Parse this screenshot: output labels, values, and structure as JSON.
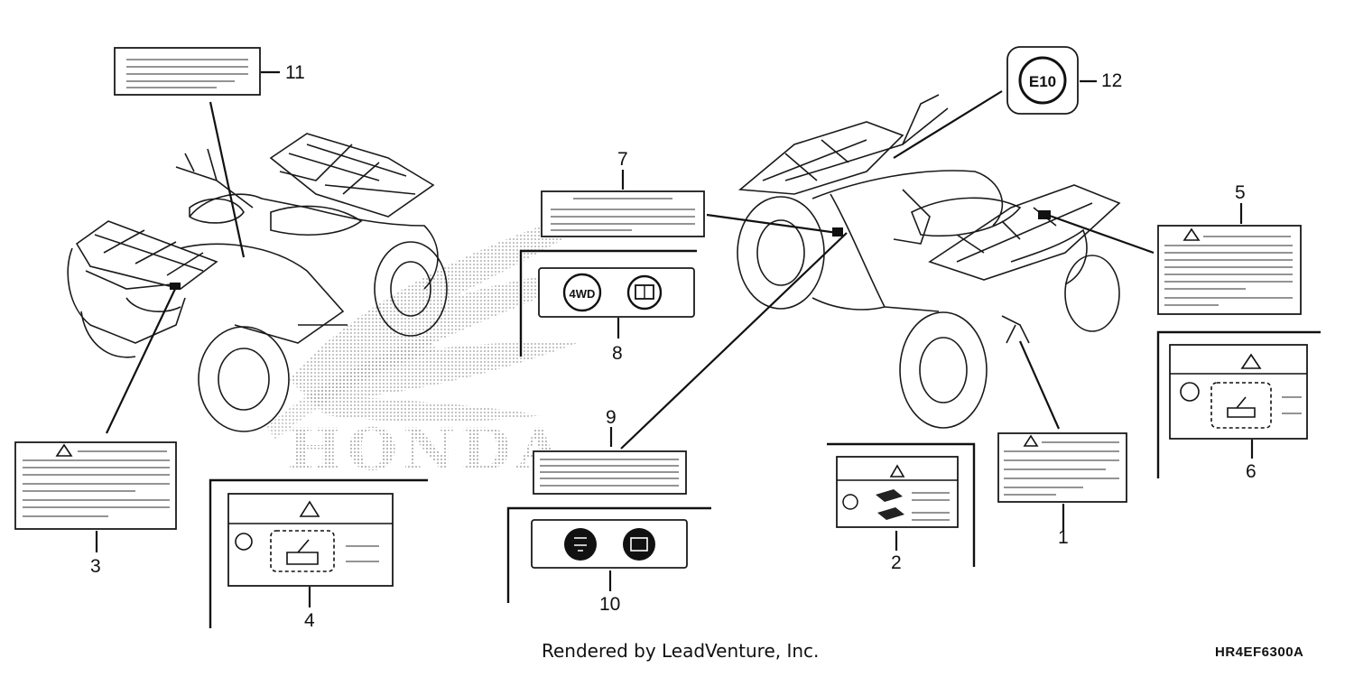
{
  "footer": {
    "credit": "Rendered by LeadVenture, Inc.",
    "diagram_code": "HR4EF6300A"
  },
  "watermark": {
    "text": "HONDA"
  },
  "callouts": [
    "1",
    "2",
    "3",
    "4",
    "5",
    "6",
    "7",
    "8",
    "9",
    "10",
    "11",
    "12"
  ],
  "decal_symbols": {
    "fuel_badge": "E10",
    "four_wd": "4WD"
  },
  "colors": {
    "ink": "#111111",
    "watermark": "#9a9a9a"
  }
}
